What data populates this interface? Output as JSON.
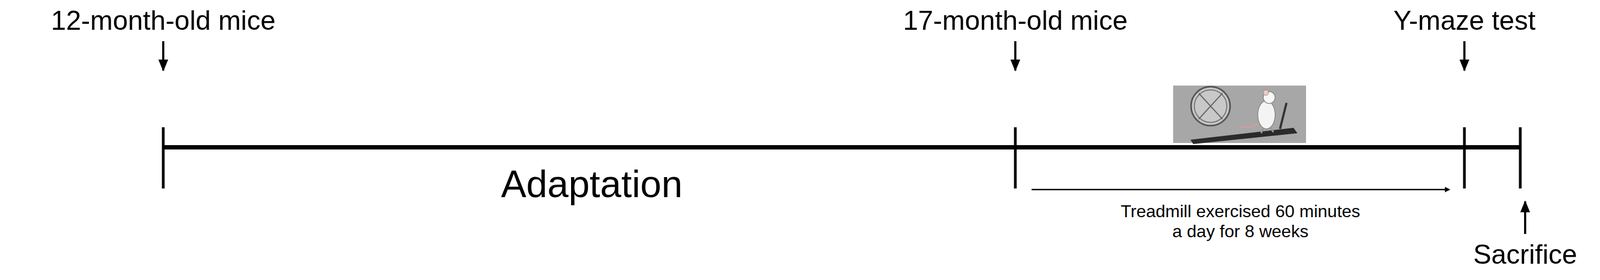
{
  "diagram": {
    "labels": [
      "12-month-old mice",
      "17-month-old mice",
      "Y-maze test",
      "Adaptation",
      "Treadmill exercised 60 minutes a day for 8 weeks",
      "Sacrifice"
    ]
  }
}
